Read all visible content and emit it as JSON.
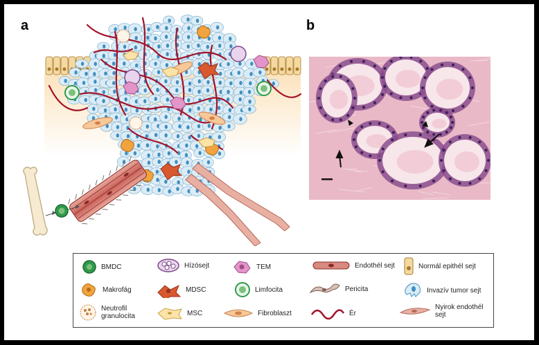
{
  "panels": {
    "a": "a",
    "b": "b"
  },
  "legend": [
    {
      "icon": "bmdc-icon",
      "label": "BMDC"
    },
    {
      "icon": "adipocyte-icon",
      "label": "Hízósejt"
    },
    {
      "icon": "tem-icon",
      "label": "TEM"
    },
    {
      "icon": "endothelial-cell-icon",
      "label": "Endothél sejt"
    },
    {
      "icon": "normal-epithelial-cell-icon",
      "label": "Normál epithél sejt"
    },
    {
      "icon": "macrophage-icon",
      "label": "Makrofág"
    },
    {
      "icon": "mdsc-icon",
      "label": "MDSC"
    },
    {
      "icon": "lymphocyte-icon",
      "label": "Limfocita"
    },
    {
      "icon": "pericyte-icon",
      "label": "Pericita"
    },
    {
      "icon": "invasive-tumor-cell-icon",
      "label": "Invazív tumor sejt"
    },
    {
      "icon": "neutrophil-icon",
      "label": "Neutrofil granulocita"
    },
    {
      "icon": "msc-icon",
      "label": "MSC"
    },
    {
      "icon": "fibroblast-icon",
      "label": "Fibroblaszt"
    },
    {
      "icon": "vessel-icon",
      "label": "Ér"
    },
    {
      "icon": "lymphatic-endothelial-icon",
      "label": "Nyirok endothél sejt"
    }
  ],
  "colors": {
    "tumor": "#dcecf6",
    "tumor_nucleus": "#3f8fc0",
    "vessel": "#a3122a",
    "epithelium": "#f4d9a1",
    "stroma": "#fdf0dc",
    "macrophage": "#f0a33e",
    "mdsc": "#d8582f",
    "tem": "#e394c8",
    "lymphocyte": "#7cc07e",
    "bmdc": "#2f9a4a",
    "endothelial": "#d98a80",
    "histology_bg": "#e9b9c7",
    "histology_gland": "#8b4f8e"
  }
}
